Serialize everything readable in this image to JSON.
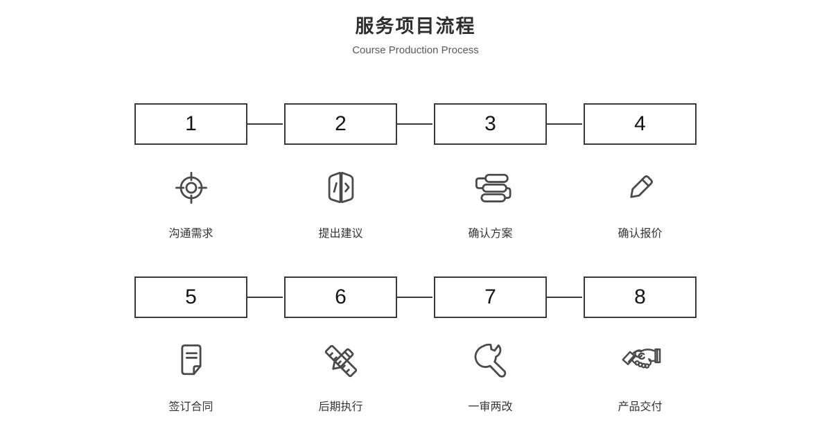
{
  "header": {
    "title": "服务项目流程",
    "subtitle": "Course Production Process"
  },
  "colors": {
    "background": "#ffffff",
    "title_text": "#2e2e2e",
    "subtitle_text": "#595959",
    "box_border": "#3a3a3a",
    "number_text": "#141414",
    "label_text": "#333333",
    "icon_stroke": "#4a4a4a"
  },
  "steps": [
    {
      "number": "1",
      "label": "沟通需求",
      "icon": "target-icon"
    },
    {
      "number": "2",
      "label": "提出建议",
      "icon": "brochure-icon"
    },
    {
      "number": "3",
      "label": "确认方案",
      "icon": "workflow-icon"
    },
    {
      "number": "4",
      "label": "确认报价",
      "icon": "pencil-icon"
    },
    {
      "number": "5",
      "label": "签订合同",
      "icon": "contract-icon"
    },
    {
      "number": "6",
      "label": "后期执行",
      "icon": "design-tools-icon"
    },
    {
      "number": "7",
      "label": "一审两改",
      "icon": "wrench-icon"
    },
    {
      "number": "8",
      "label": "产品交付",
      "icon": "handshake-icon"
    }
  ]
}
